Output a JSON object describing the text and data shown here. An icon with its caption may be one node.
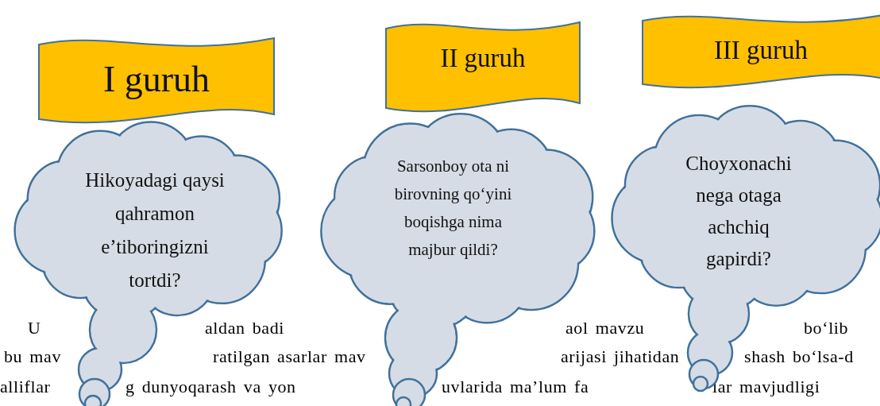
{
  "diagram": {
    "nodes": [
      {
        "text": [
          "I  guruh"
        ]
      },
      {
        "text": [
          "II  guruh"
        ]
      },
      {
        "text": [
          "III  guruh"
        ]
      },
      {
        "text": [
          "Hikoyadagi qaysi qahramon e’tiboringizni tortdi?"
        ]
      },
      {
        "text": [
          "Sarsonboy ota ni birovning qo‘yini boqishga nima majbur qildi?"
        ]
      },
      {
        "text": [
          "Choyxonachi nega otaga achchiq gapirdi?"
        ]
      }
    ],
    "labels": [
      "U",
      "aldan badi",
      "aol mavzu",
      "bo‘lib",
      "bu mav",
      "ratilgan asarlar mav",
      "arijasi jihatidan",
      "shash bo‘lsa-d",
      "alliflar",
      "g dunyoqarash va yon",
      "uvlarida ma’lum fa",
      "lar mavjudligi"
    ]
  }
}
